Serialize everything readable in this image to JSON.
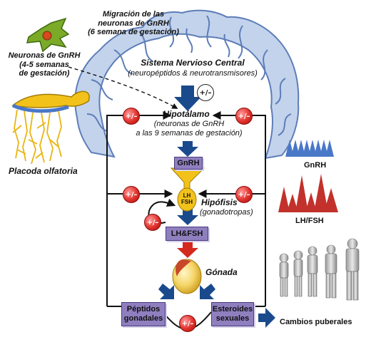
{
  "labels": {
    "migration": [
      "Migración de las",
      "neuronas de GnRH",
      "(6 semana de gestación)"
    ],
    "gnrh_neurons": [
      "Neuronas de GnRH",
      "(4-5 semanas",
      "de gestación)"
    ],
    "placoda": "Placoda olfatoria",
    "snc_title": "Sistema Nervioso Central",
    "snc_sub": "(neuropéptidos & neurotransmisores)",
    "hypothalamus_title": "Hipotálamo",
    "hypothalamus_sub": [
      "(neuronas de GnRH",
      "a las 9 semanas de gestación)"
    ],
    "hypophysis_title": "Hipófisis",
    "hypophysis_sub": "(gonadotropas)",
    "gonad": "Gónada",
    "pituitary_tag": [
      "LH",
      "FSH"
    ],
    "pulubertal": "Cambios puberales",
    "legend_gnrh": "GnRH",
    "legend_lhfsh": "LH/FSH"
  },
  "boxes": {
    "gnrh": "GnRH",
    "lhfsh": "LH&FSH",
    "peptides": [
      "Péptidos",
      "gonadales"
    ],
    "steroids": [
      "Esteroides",
      "sexuales"
    ]
  },
  "feedback_sign": "+/–",
  "colors": {
    "brain_fill": "#c3d3ec",
    "brain_stroke": "#5d7db8",
    "arrow_blue": "#1a4a8c",
    "arrow_red": "#d42a1e",
    "box_purple": "#8f7fbf",
    "gnrh_pulse": "#4a78c8",
    "lh_pulse": "#c2312b",
    "neuron_green": "#7aaa28",
    "placoda_yellow": "#f2c21a"
  }
}
